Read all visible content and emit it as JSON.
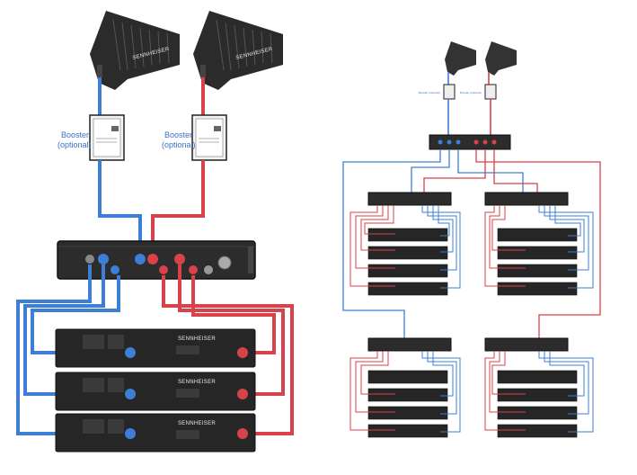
{
  "left_diagram": {
    "antennas": [
      {
        "brand": "SENNHEISER",
        "cable": "blue"
      },
      {
        "brand": "SENNHEISER",
        "cable": "red"
      }
    ],
    "booster_labels": [
      {
        "line1": "Booster",
        "line2": "(optional)"
      },
      {
        "line1": "Booster",
        "line2": "(optional)"
      }
    ],
    "receiver_brand": "SENNHEISER",
    "receiver_count": 3
  },
  "right_diagram": {
    "antenna_count": 2,
    "booster_label": "Booster (optional)",
    "splitter_groups": 4,
    "receivers_per_group": 4
  },
  "colors": {
    "blue": "#3d7fd6",
    "red": "#d8424a",
    "device": "#2a2a2a",
    "label": "#3a6fc9"
  }
}
